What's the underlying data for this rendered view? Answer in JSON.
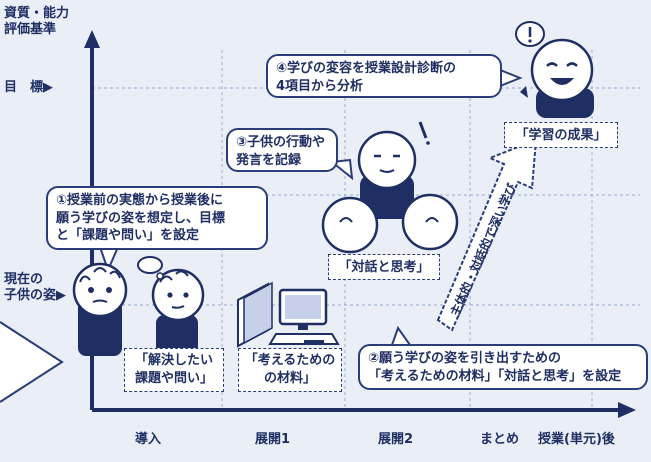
{
  "axes": {
    "y_title_line1": "資質・能力",
    "y_title_line2": "評価基準",
    "y_target": "目　標▶",
    "y_current_line1": "現在の",
    "y_current_line2": "子供の姿▶",
    "x_stages": [
      "導入",
      "展開1",
      "展開2",
      "まとめ"
    ],
    "x_title": "授業(単元)後"
  },
  "callouts": {
    "c1_line1": "①授業前の実態から授業後に",
    "c1_line2": "願う学びの姿を想定し、目標",
    "c1_line3": "と「課題や問い」を設定",
    "c2_line1": "②願う学びの姿を引き出すための",
    "c2_line2": "「考えるための材料」「対話と思考」を設定",
    "c3_line1": "③子供の行動や",
    "c3_line2": "発言を記録",
    "c4_line1": "④学びの変容を授業設計診断の",
    "c4_line2": "4項目から分析"
  },
  "boxes": {
    "problem_line1": "「解決したい",
    "problem_line2": "課題や問い」",
    "materials_line1": "「考えるための",
    "materials_line2": "の材料」",
    "dialogue": "「対話と思考」",
    "outcome": "「学習の成果」"
  },
  "arrow_label": "主体的・対話的で深い学び",
  "colors": {
    "ink": "#1f2f63",
    "grid": "#a9b7d8",
    "figure_fill": "#ffffff",
    "shirt": "#1f2f63",
    "background": "#e9eef7"
  }
}
